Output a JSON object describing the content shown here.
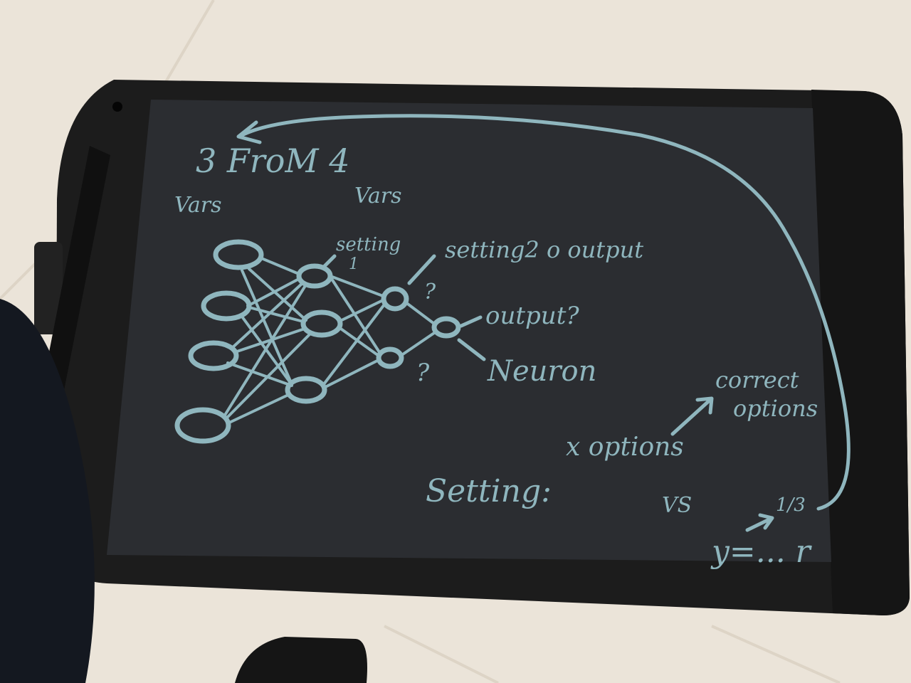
{
  "colors": {
    "desk": "#ebe4d9",
    "tablet_frame": "#1c1c1c",
    "screen": "#2b2d31",
    "ink": "#8fb6be"
  },
  "writing": {
    "title": "3 FroM 4",
    "left_label": "Vars",
    "right_label": "Vars",
    "setting_1_line1": "setting",
    "setting_1_line2": "1",
    "setting_2": "setting2 o output",
    "output_question": "output?",
    "neuron": "Neuron",
    "question_mark_top": "?",
    "question_mark_bottom": "?",
    "correct_line1": "correct",
    "correct_line2": "options",
    "x_options": "x options",
    "setting": "Setting:",
    "vs": "VS",
    "fraction": "1/3",
    "formula": "y=... r"
  }
}
